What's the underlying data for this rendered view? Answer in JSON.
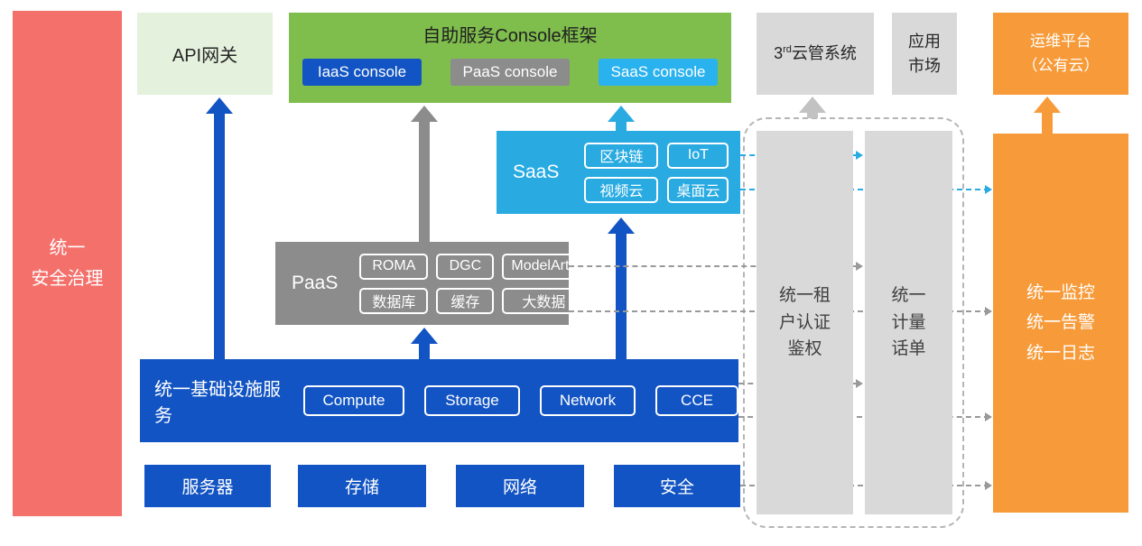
{
  "colors": {
    "red": "#f4706b",
    "lightGreen": "#e4f1dd",
    "green": "#7fbd4d",
    "blue": "#1254c3",
    "gray": "#8c8c8c",
    "lightGray": "#d9d9d9",
    "cyan": "#29abe2",
    "cyanBadge": "#2ab2ee",
    "orange": "#f79b3a",
    "dashGray": "#999999",
    "lightArrowGray": "#c2c2c2"
  },
  "security_bar": {
    "label": "统一\n安全治理"
  },
  "api_gateway": {
    "label": "API网关"
  },
  "console": {
    "title": "自助服务Console框架",
    "badges": [
      "IaaS console",
      "PaaS console",
      "SaaS console"
    ]
  },
  "third_cloud": {
    "pre": "3",
    "sup": "rd",
    "post": "云管系统"
  },
  "app_market": {
    "label": "应用\n市场"
  },
  "ops_platform": {
    "label": "运维平台\n（公有云）"
  },
  "saas": {
    "label": "SaaS",
    "badges": [
      "区块链",
      "IoT",
      "视频云",
      "桌面云"
    ]
  },
  "paas": {
    "label": "PaaS",
    "badges": [
      "ROMA",
      "DGC",
      "ModelArts",
      "数据库",
      "缓存",
      "大数据"
    ]
  },
  "infra": {
    "label": "统一基础设施服务",
    "badges": [
      "Compute",
      "Storage",
      "Network",
      "CCE"
    ]
  },
  "foundation": {
    "items": [
      "服务器",
      "存储",
      "网络",
      "安全"
    ]
  },
  "auth_bar": {
    "label": "统一租\n户认证\n鉴权"
  },
  "billing_bar": {
    "label": "统一\n计量\n话单"
  },
  "monitor_bar": {
    "label": "统一监控\n统一告警\n统一日志"
  }
}
